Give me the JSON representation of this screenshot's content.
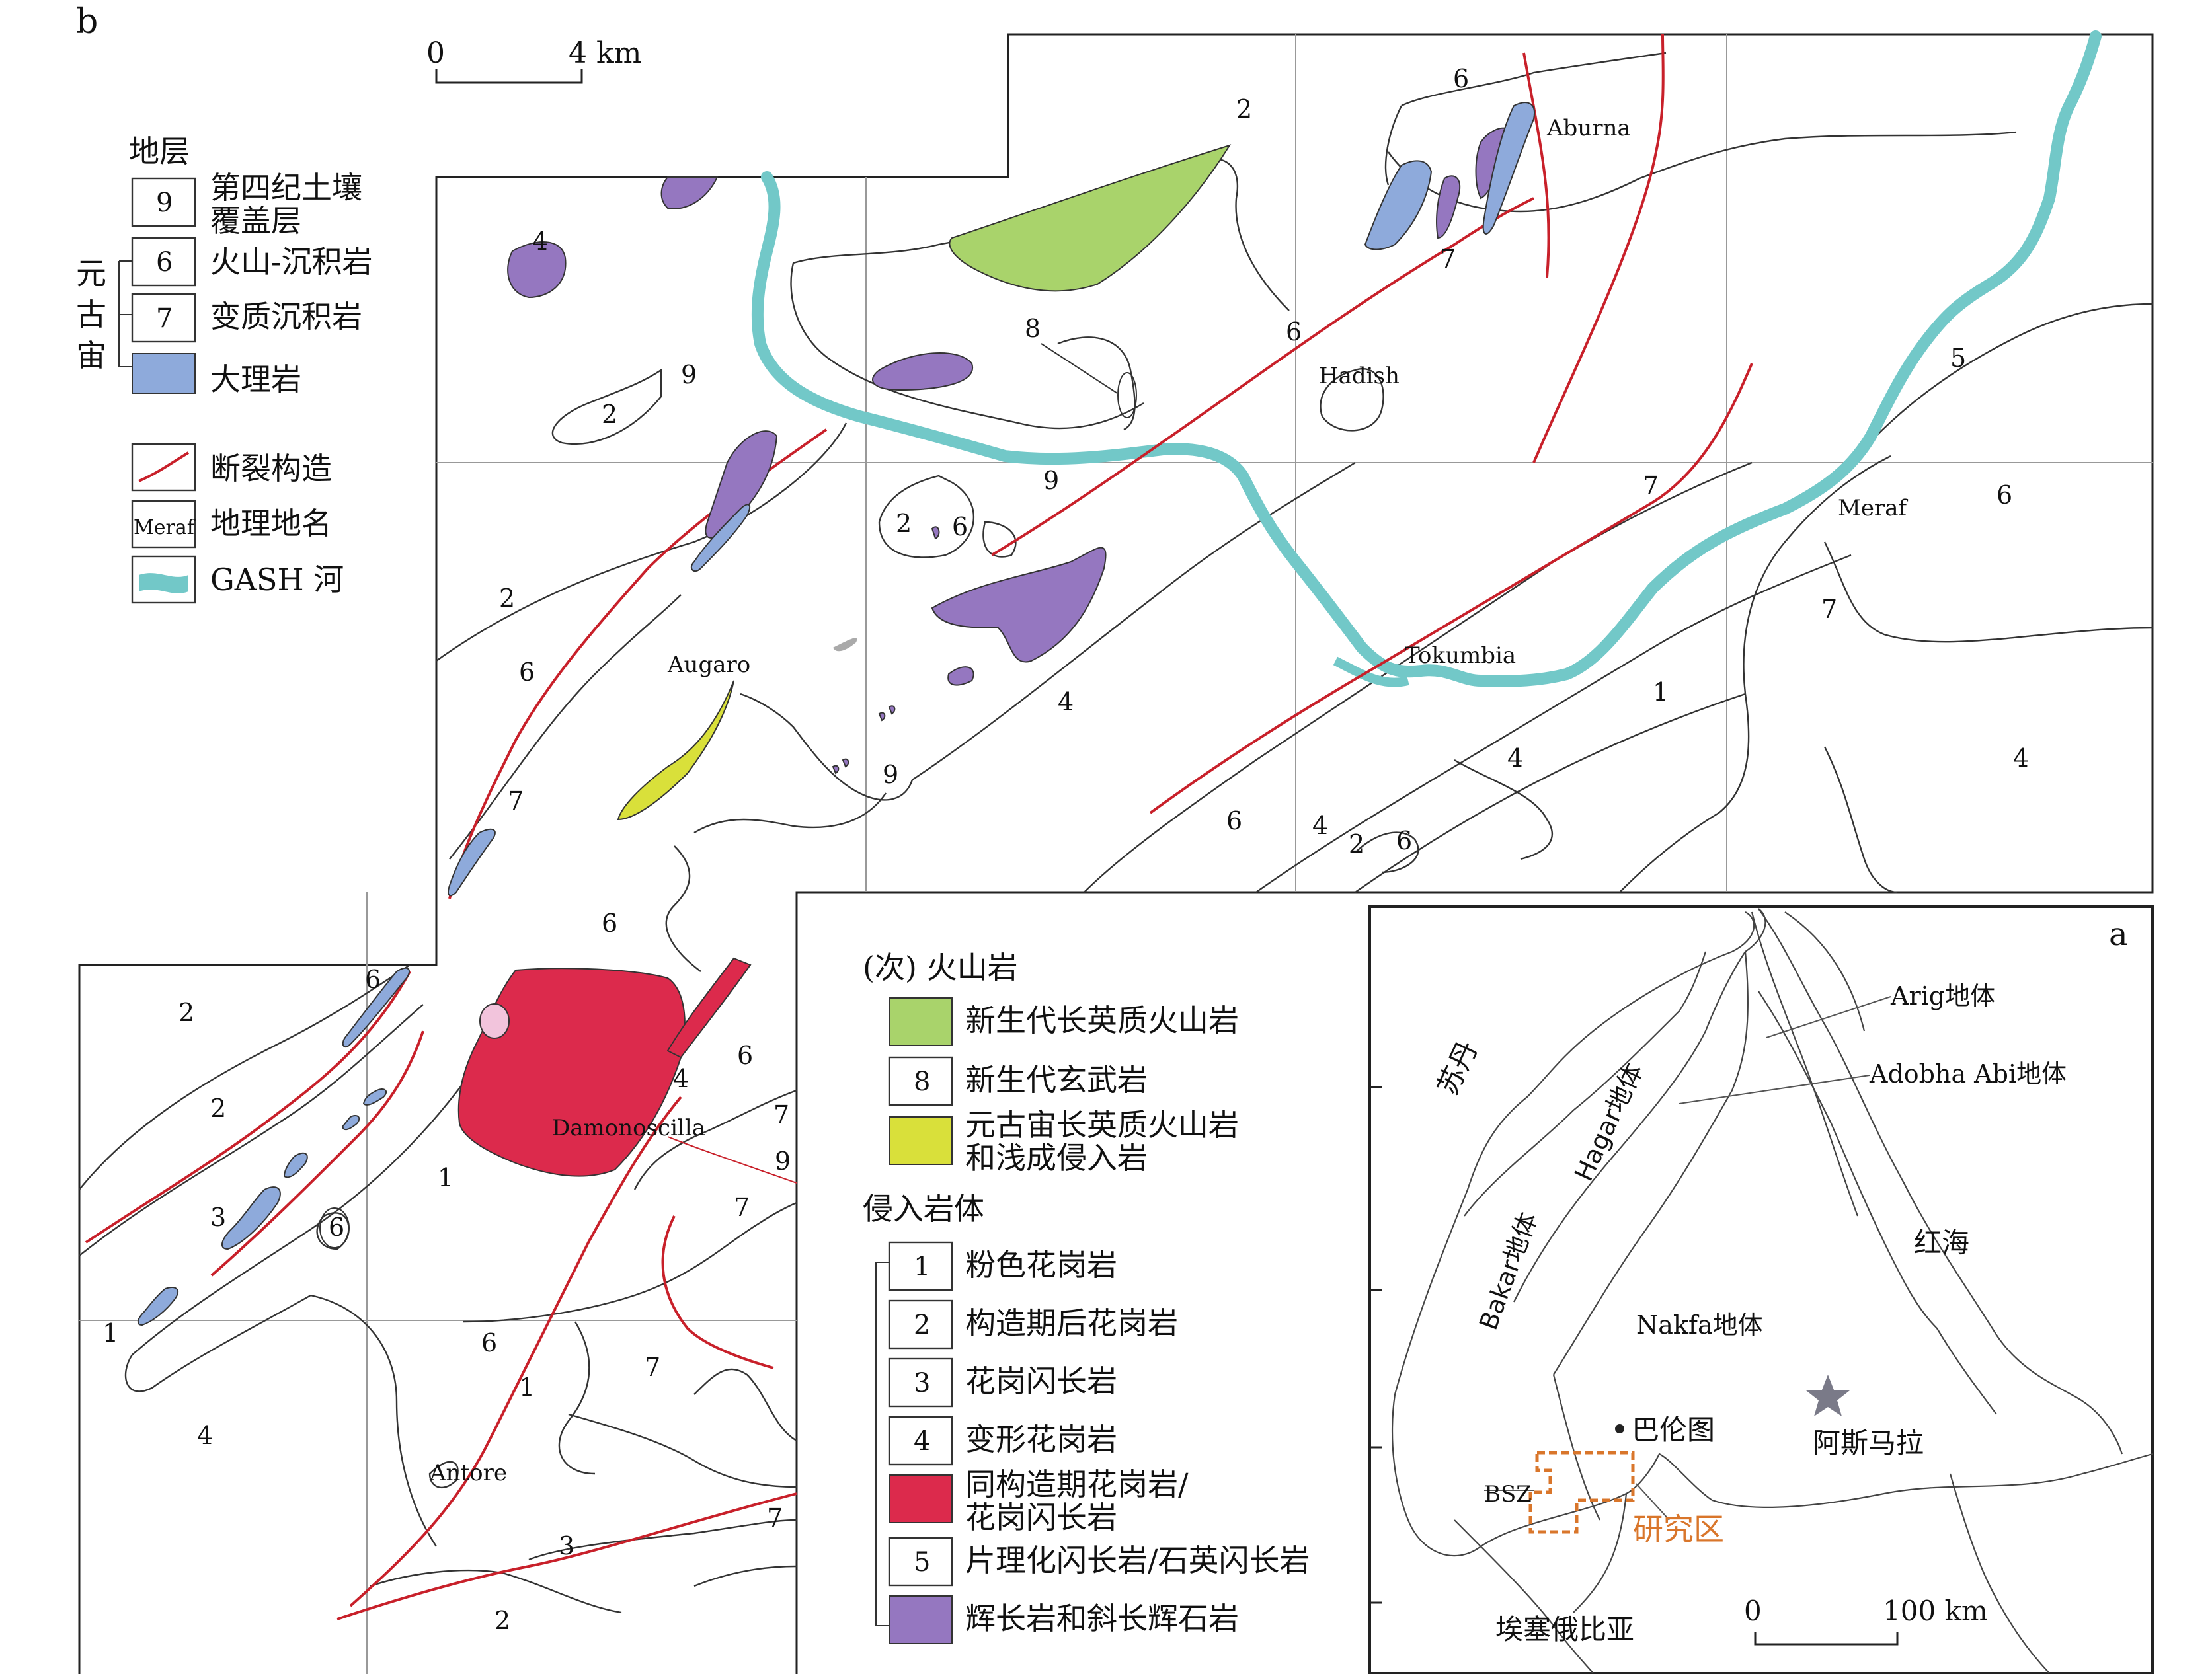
{
  "panel_b_label": "b",
  "panel_a_label": "a",
  "scale_b": {
    "zero": "0",
    "end": "4 km"
  },
  "scale_a": {
    "zero": "0",
    "end": "100 km"
  },
  "colors": {
    "marble": "#8eaadb",
    "fault": "#c8202a",
    "river": "#72c8c8",
    "cenozoic_felsic": "#a9d36b",
    "proterozoic_felsic": "#d9e03a",
    "syntectonic_granite": "#dc2a4c",
    "gabbro": "#9577c0",
    "pink_granite": "#f2c4dc",
    "study_area": "#d9762b",
    "star": "#7a7a88"
  },
  "legend_strata": {
    "title": "地层",
    "group": "元古宙",
    "items": [
      {
        "code": "9",
        "label": "第四纪土壤覆盖层",
        "label_l1": "第四纪土壤",
        "label_l2": "覆盖层"
      },
      {
        "code": "6",
        "label": "火山-沉积岩"
      },
      {
        "code": "7",
        "label": "变质沉积岩"
      },
      {
        "code": "",
        "label": "大理岩"
      }
    ],
    "fault": "断裂构造",
    "place_box": "Meraf",
    "place_label": "地理地名",
    "river_label": "GASH 河"
  },
  "legend_volcanic": {
    "title": "(次) 火山岩",
    "items": [
      {
        "code": "",
        "label": "新生代长英质火山岩"
      },
      {
        "code": "8",
        "label": "新生代玄武岩"
      },
      {
        "code": "",
        "label": "元古宙长英质火山岩和浅成侵入岩",
        "label_l1": "元古宙长英质火山岩",
        "label_l2": "和浅成侵入岩"
      }
    ]
  },
  "legend_intrusive": {
    "title": "侵入岩体",
    "items": [
      {
        "code": "1",
        "label": "粉色花岗岩"
      },
      {
        "code": "2",
        "label": "构造期后花岗岩"
      },
      {
        "code": "3",
        "label": "花岗闪长岩"
      },
      {
        "code": "4",
        "label": "变形花岗岩"
      },
      {
        "code": "",
        "label": "同构造期花岗岩/花岗闪长岩",
        "label_l1": "同构造期花岗岩/",
        "label_l2": "花岗闪长岩"
      },
      {
        "code": "5",
        "label": "片理化闪长岩/石英闪长岩"
      },
      {
        "code": "",
        "label": "辉长岩和斜长辉石岩"
      }
    ]
  },
  "place_names": [
    "Aburna",
    "Hadish",
    "Meraf",
    "Tokumbia",
    "Augaro",
    "Damonoscilla",
    "Antore"
  ],
  "unit_labels": [
    {
      "id": "u1",
      "text": "2"
    },
    {
      "id": "u2",
      "text": "6"
    },
    {
      "id": "u3",
      "text": "4"
    },
    {
      "id": "u4",
      "text": "7"
    },
    {
      "id": "u5",
      "text": "8"
    },
    {
      "id": "u6",
      "text": "6"
    },
    {
      "id": "u7",
      "text": "9"
    },
    {
      "id": "u8",
      "text": "2"
    },
    {
      "id": "u9",
      "text": "9"
    },
    {
      "id": "u10",
      "text": "2"
    },
    {
      "id": "u11",
      "text": "6"
    },
    {
      "id": "u12",
      "text": "7"
    },
    {
      "id": "u13",
      "text": "5"
    },
    {
      "id": "u14",
      "text": "6"
    },
    {
      "id": "u15",
      "text": "7"
    },
    {
      "id": "u16",
      "text": "2"
    },
    {
      "id": "u17",
      "text": "6"
    },
    {
      "id": "u18",
      "text": "4"
    },
    {
      "id": "u19",
      "text": "1"
    },
    {
      "id": "u20",
      "text": "4"
    },
    {
      "id": "u21",
      "text": "7"
    },
    {
      "id": "u22",
      "text": "9"
    },
    {
      "id": "u23",
      "text": "4"
    },
    {
      "id": "u24",
      "text": "6"
    },
    {
      "id": "u25",
      "text": "4"
    },
    {
      "id": "u26",
      "text": "2"
    },
    {
      "id": "u27",
      "text": "6"
    },
    {
      "id": "u28",
      "text": "2"
    },
    {
      "id": "u29",
      "text": "6"
    },
    {
      "id": "u30",
      "text": "6"
    },
    {
      "id": "u31",
      "text": "4"
    },
    {
      "id": "u32",
      "text": "6"
    },
    {
      "id": "u33",
      "text": "2"
    },
    {
      "id": "u34",
      "text": "7"
    },
    {
      "id": "u35",
      "text": "9"
    },
    {
      "id": "u36",
      "text": "7"
    },
    {
      "id": "u37",
      "text": "3"
    },
    {
      "id": "u38",
      "text": "6"
    },
    {
      "id": "u39",
      "text": "1"
    },
    {
      "id": "u40",
      "text": "4"
    },
    {
      "id": "u41",
      "text": "6"
    },
    {
      "id": "u42",
      "text": "1"
    },
    {
      "id": "u43",
      "text": "7"
    },
    {
      "id": "u44",
      "text": "7"
    },
    {
      "id": "u45",
      "text": "3"
    },
    {
      "id": "u46",
      "text": "2"
    }
  ],
  "inset": {
    "terranes": [
      "Arig地体",
      "Adobha Abi地体",
      "Hagar地体",
      "Bakar地体",
      "Nakfa地体"
    ],
    "countries": [
      "苏丹",
      "埃塞俄比亚"
    ],
    "sea": "红海",
    "cities": [
      "巴伦图",
      "阿斯马拉"
    ],
    "bsz": "BSZ",
    "study_area": "研究区"
  }
}
